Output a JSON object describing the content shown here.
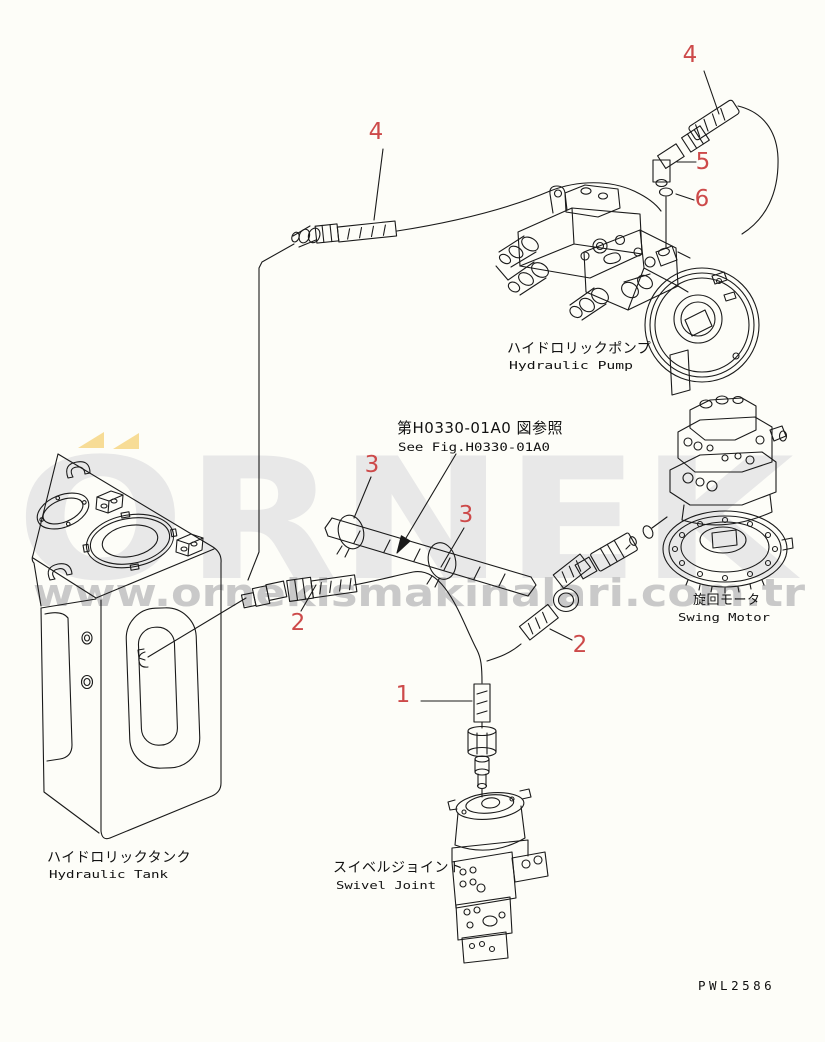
{
  "page": {
    "stamp": "PWL2586"
  },
  "watermark": {
    "brand": "ORNEK",
    "url": "www.ornekismakinalari.com.tr"
  },
  "reference_note": {
    "jp": "第H0330-01A0 図参照",
    "en": "See Fig.H0330-01A0"
  },
  "components": {
    "hydraulic_pump": {
      "label_jp": "ハイドロリックポンプ",
      "label_en": "Hydraulic Pump"
    },
    "swing_motor": {
      "label_jp": "旋回モータ",
      "label_en": "Swing Motor"
    },
    "hydraulic_tank": {
      "label_jp": "ハイドロリックタンク",
      "label_en": "Hydraulic Tank"
    },
    "swivel_joint": {
      "label_jp": "スイベルジョイント",
      "label_en": "Swivel Joint"
    }
  },
  "callouts": {
    "one": "1",
    "two": "2",
    "three": "3",
    "four": "4",
    "five": "5",
    "six": "6"
  },
  "colors": {
    "background": "#fdfdf8",
    "line": "#1a1a1a",
    "callout": "#cd4a4a",
    "watermark_text": "#e8e8e8",
    "watermark_url": "#c9c9c9",
    "accent_yellow": "#f7dc96"
  }
}
